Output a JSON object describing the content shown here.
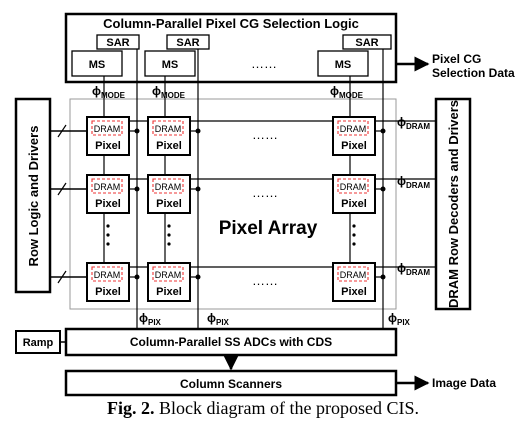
{
  "selection_logic": {
    "title": "Column-Parallel Pixel CG Selection Logic"
  },
  "sar_label": "SAR",
  "ms_label": "MS",
  "dots": "……",
  "phi": "ϕ",
  "sub_mode": "MODE",
  "sub_dram": "DRAM",
  "sub_pix": "PIX",
  "dram_label": "DRAM",
  "pixel_label": "Pixel",
  "pixel_array": "Pixel Array",
  "row_logic": "Row Logic and Drivers",
  "dram_drivers": "DRAM Row Decoders and Drivers",
  "output_cg": {
    "line1": "Pixel CG",
    "line2": "Selection Data"
  },
  "ramp": "Ramp",
  "adc": "Column-Parallel SS ADCs with CDS",
  "scanners": "Column Scanners",
  "image_data": "Image Data",
  "caption": {
    "fig": "Fig. 2.",
    "text": " Block diagram of the proposed CIS."
  }
}
